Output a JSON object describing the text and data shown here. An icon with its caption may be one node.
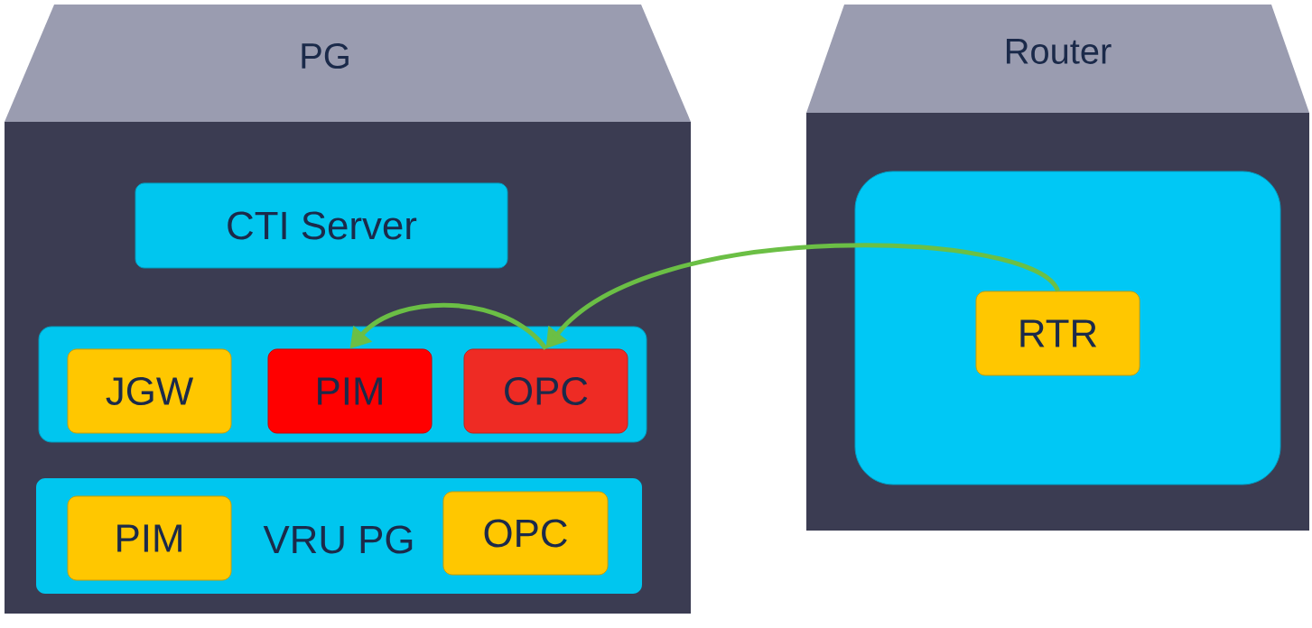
{
  "diagram": {
    "nodes": [
      {
        "text": [
          "PG"
        ]
      },
      {
        "text": [
          "CTI Server"
        ],
        "in": 0
      },
      {
        "text": [],
        "shape": "bar",
        "in": 0
      },
      {
        "text": [
          "JGW"
        ],
        "in": 2
      },
      {
        "text": [
          "PIM"
        ],
        "in": 2
      },
      {
        "text": [
          "OPC"
        ],
        "in": 2
      },
      {
        "text": [
          "VRU PG"
        ],
        "in": 0
      },
      {
        "text": [
          "PIM"
        ],
        "in": 6
      },
      {
        "text": [
          "OPC"
        ],
        "in": 6
      },
      {
        "text": [
          "Router"
        ]
      },
      {
        "text": [],
        "shape": "box",
        "in": 9
      },
      {
        "text": [
          "RTR"
        ],
        "in": 10
      }
    ],
    "edges": [
      {
        "from": 11,
        "to": 5,
        "arrow": "to",
        "color": "#6bbf45"
      },
      {
        "from": 5,
        "to": 4,
        "arrow": "to",
        "color": "#6bbf45"
      }
    ]
  }
}
